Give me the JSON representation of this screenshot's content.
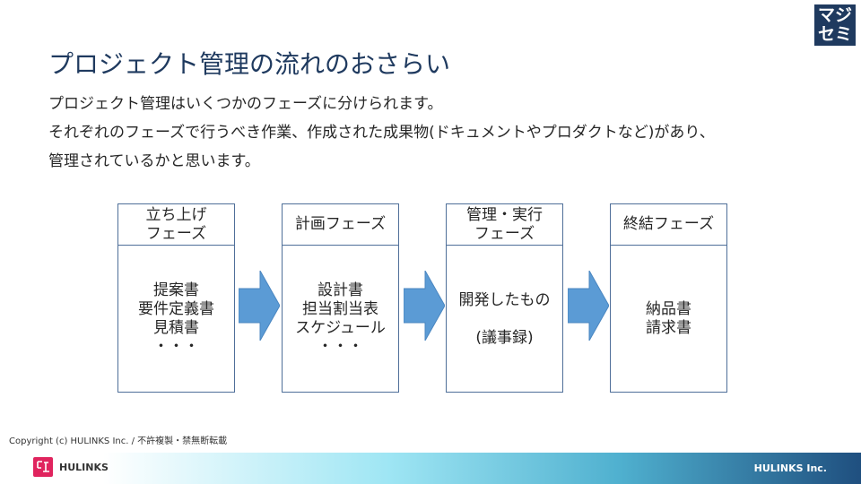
{
  "badge": {
    "line1": "マジ",
    "line2": "セミ"
  },
  "slide": {
    "title": "プロジェクト管理の流れのおさらい",
    "body": [
      "プロジェクト管理はいくつかのフェーズに分けられます。",
      "それぞれのフェーズで行うべき作業、作成された成果物(ドキュメントやプロダクトなど)があり、",
      "管理されているかと思います。"
    ]
  },
  "phases": [
    {
      "head": "立ち上げ\nフェーズ",
      "items": [
        "提案書",
        "要件定義書",
        "見積書",
        "・・・"
      ]
    },
    {
      "head": "計画フェーズ",
      "items": [
        "設計書",
        "担当割当表",
        "スケジュール",
        "・・・"
      ]
    },
    {
      "head": "管理・実行\nフェーズ",
      "items": [
        "開発したもの",
        "(議事録)"
      ]
    },
    {
      "head": "終結フェーズ",
      "items": [
        "納品書",
        "請求書"
      ]
    }
  ],
  "colors": {
    "arrow": "#5b9bd5",
    "title": "#1f3a5f",
    "border": "#4f6f99",
    "logo": "#e0245e"
  },
  "footer": {
    "copyright": "Copyright (c) HULINKS Inc. / 不許複製・禁無断転載",
    "logo_text": "HULINKS",
    "company": "HULINKS Inc."
  }
}
